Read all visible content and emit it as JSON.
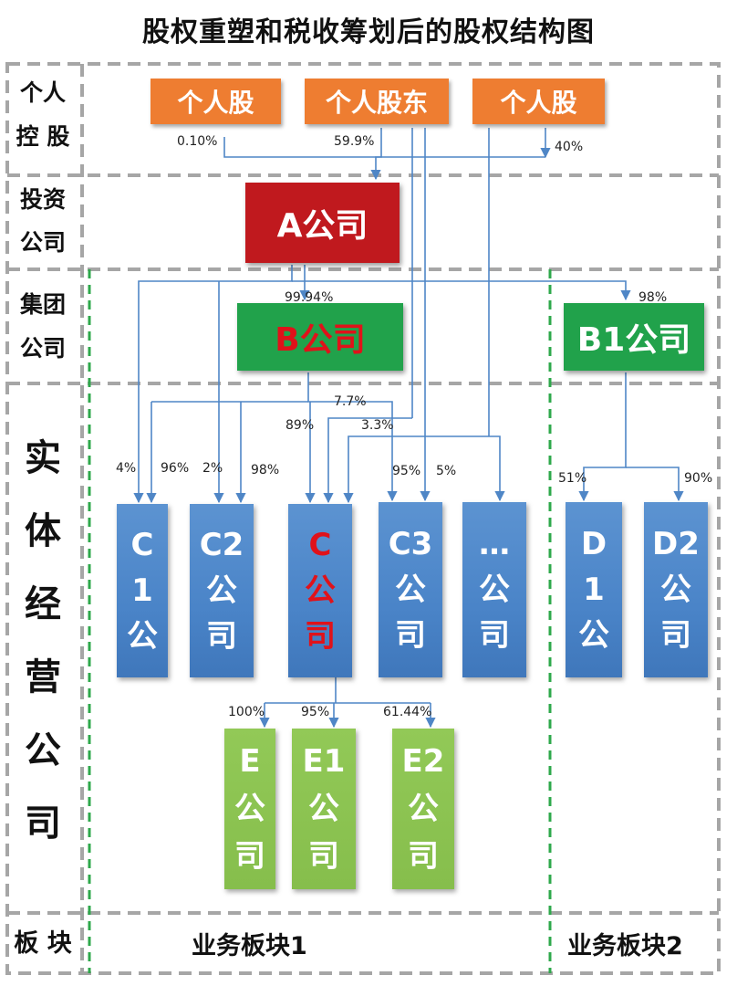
{
  "title": "股权重塑和税收筹划后的股权结构图",
  "rows": {
    "personal": [
      "个人",
      "控 股"
    ],
    "investment": [
      "投资",
      "公司"
    ],
    "group": [
      "集团",
      "公司"
    ],
    "entity": [
      "实",
      "体",
      "经",
      "营",
      "公",
      "司"
    ],
    "segment": "板 块"
  },
  "boxes": {
    "p1": "个人股",
    "p2": "个人股东",
    "p3": "个人股",
    "a": "A公司",
    "b": "B公司",
    "b1": "B1公司",
    "c1": "C\n1\n公",
    "c2": "C2\n公\n司",
    "c": "C\n公\n司",
    "c3": "C3\n公\n司",
    "cx": "…\n公\n司",
    "d1": "D\n1\n公",
    "d2": "D2\n公\n司",
    "e": "E\n公\n司",
    "e1": "E1\n公\n司",
    "e2": "E2\n公\n司"
  },
  "percentages": {
    "p1_a": "0.10%",
    "p2_a": "59.9%",
    "p3_a": "40%",
    "a_b": "99.94%",
    "a_b1": "98%",
    "p2_c": "7.7%",
    "b_c": "89%",
    "p3_c": "3.3%",
    "a_c1": "4%",
    "b_c1": "96%",
    "a_c2": "2%",
    "b_c2": "98%",
    "c3_a": "95%",
    "c3_b": "5%",
    "d1": "51%",
    "d2": "90%",
    "e": "100%",
    "e1": "95%",
    "e2": "61.44%"
  },
  "segments": {
    "seg1": "业务板块1",
    "seg2": "业务板块2"
  },
  "colors": {
    "orange": "#ee7d31",
    "dark_red": "#c0191e",
    "green": "#21a24b",
    "blue": "#4a84c8",
    "light_green": "#8bc34a",
    "connector": "#4f86c6",
    "dashed_grid": "#a6a6a6",
    "segment_divider": "#2ea84b"
  }
}
